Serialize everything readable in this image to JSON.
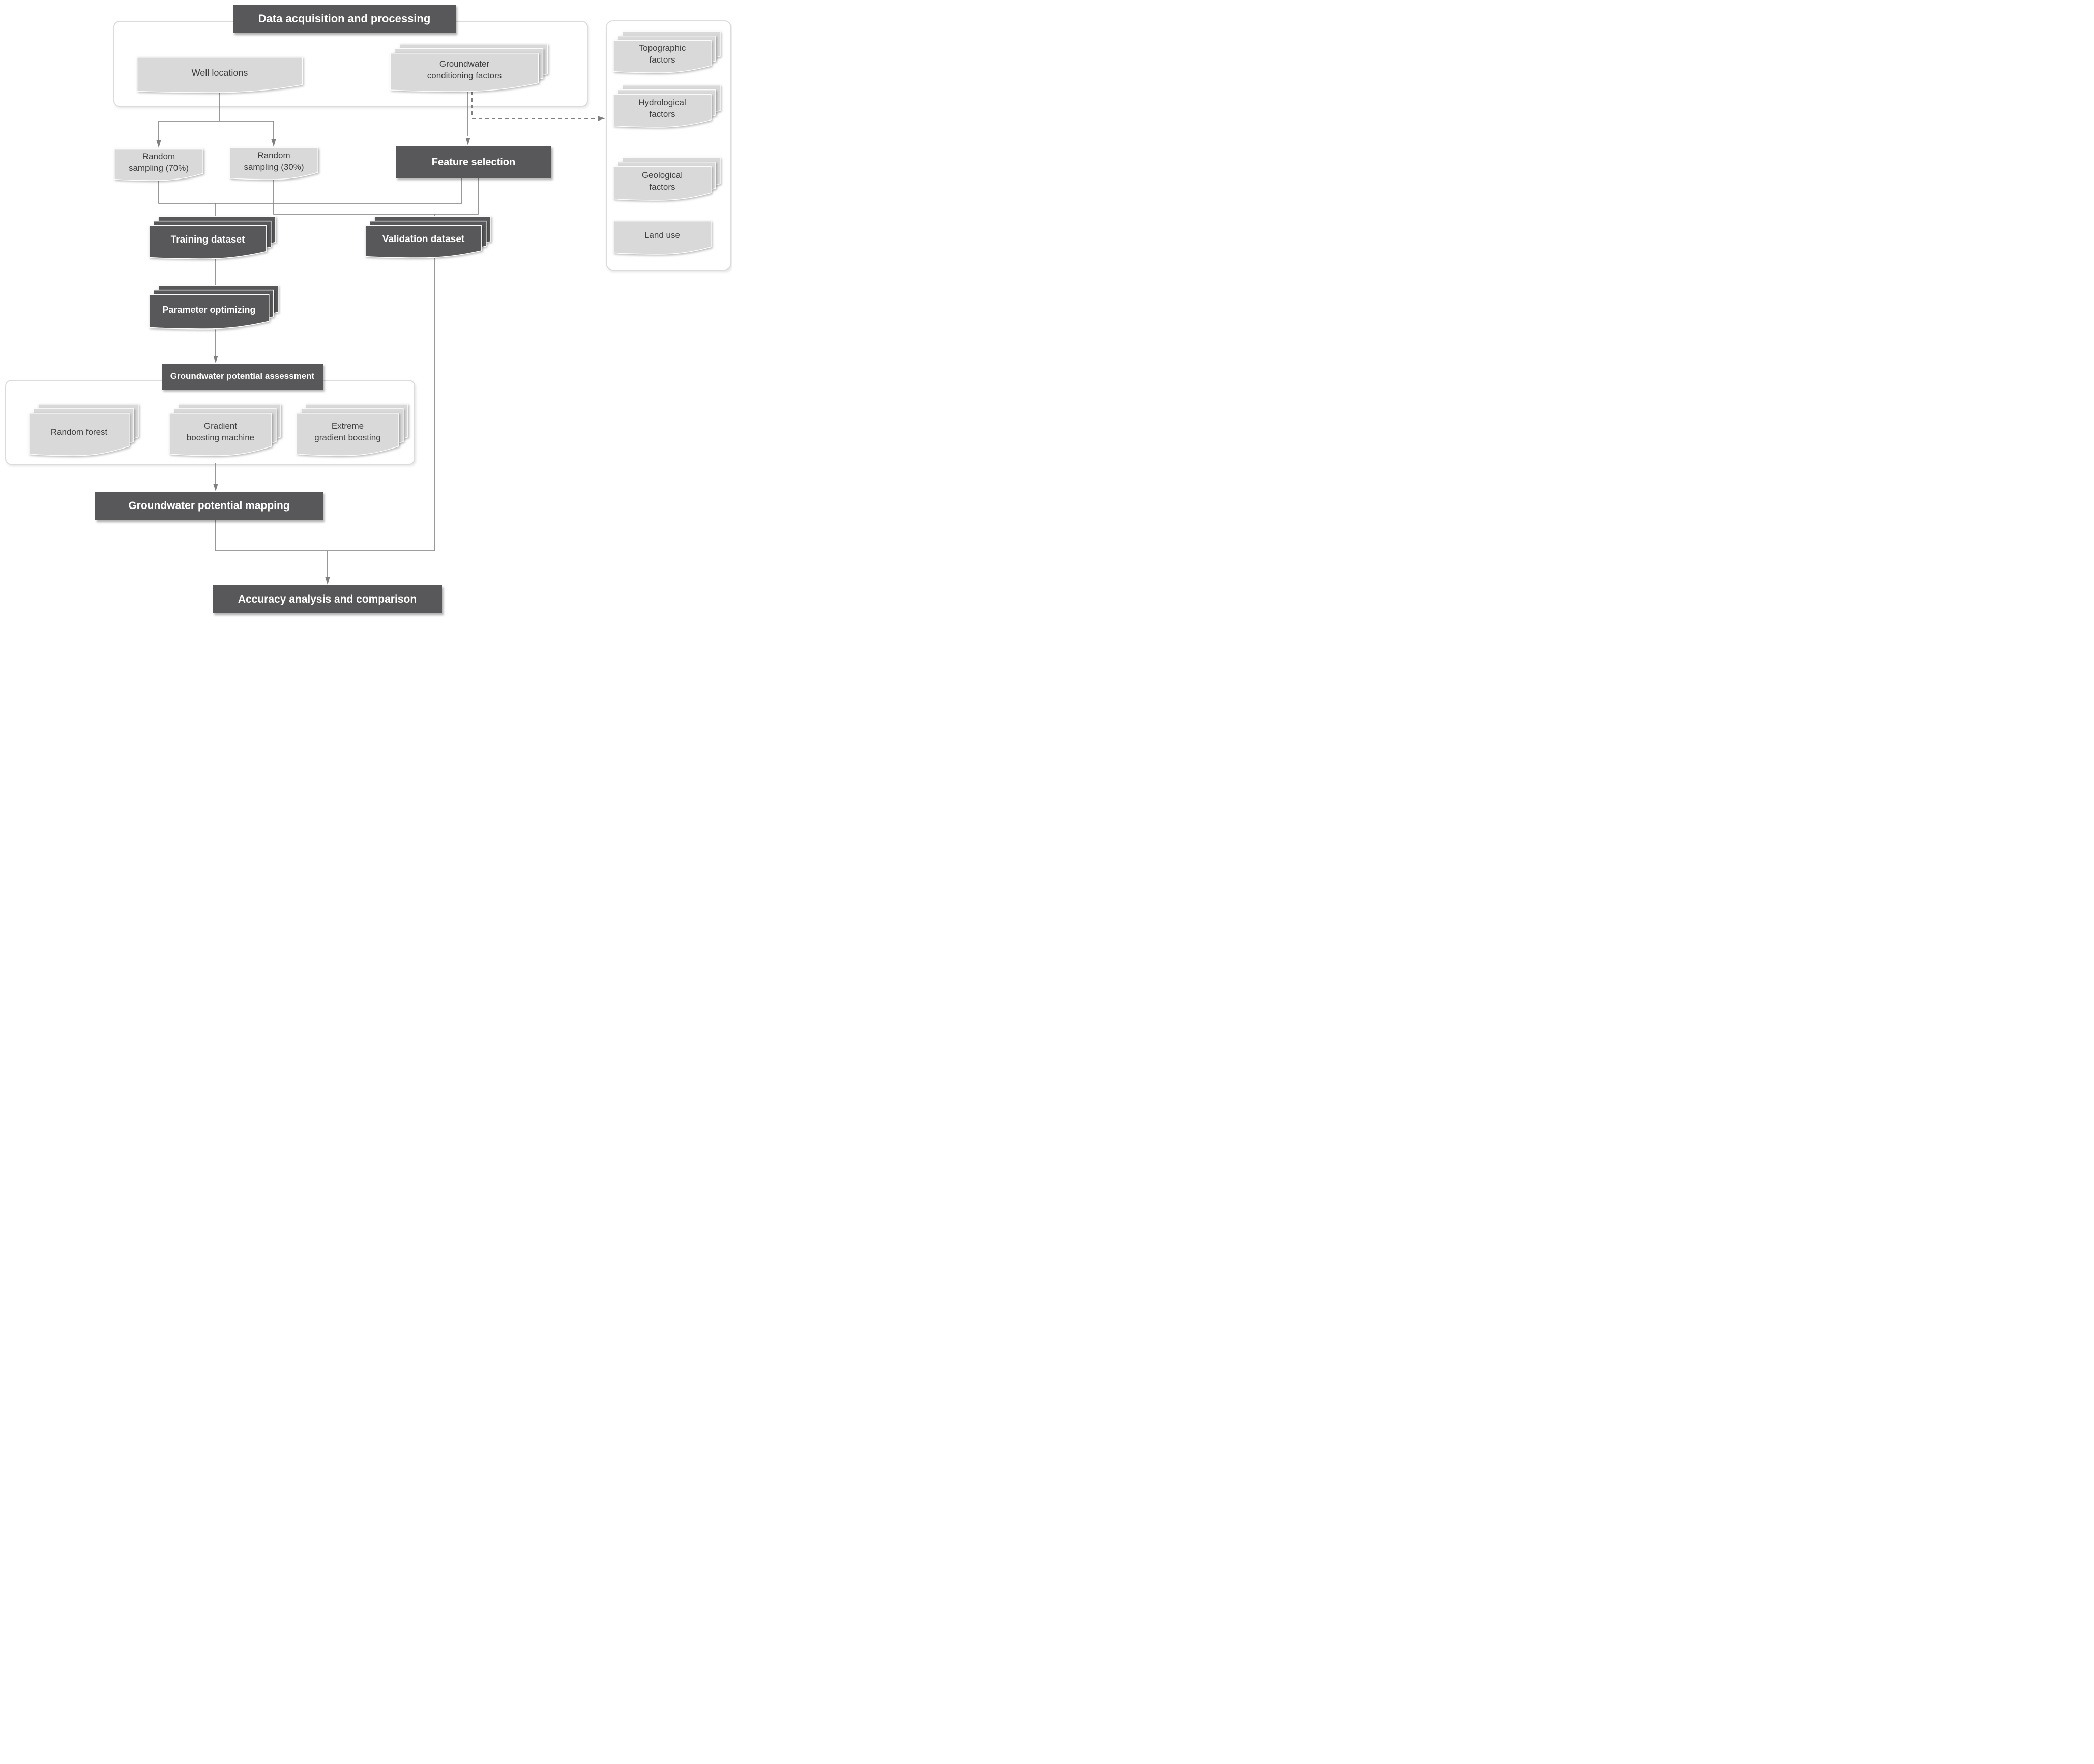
{
  "colors": {
    "dark_box": "#58585a",
    "light_box": "#d9d9d9",
    "connector_line": "#7f7f7f",
    "frame_border": "#dcdcdc",
    "light_box_text": "#3f3f3f",
    "dark_box_text": "#ffffff"
  },
  "sections": {
    "data_acquisition": {
      "title": "Data acquisition and processing"
    },
    "assessment": {
      "title": "Groundwater potential assessment"
    }
  },
  "nodes": {
    "well_locations": "Well locations",
    "conditioning_factors": "Groundwater\nconditioning factors",
    "random_sampling_70": "Random\nsampling (70%)",
    "random_sampling_30": "Random\nsampling (30%)",
    "feature_selection": "Feature selection",
    "training_dataset": "Training dataset",
    "validation_dataset": "Validation dataset",
    "parameter_optimizing": "Parameter optimizing",
    "random_forest": "Random forest",
    "gradient_boosting_machine": "Gradient\nboosting machine",
    "extreme_gradient_boosting": "Extreme\ngradient boosting",
    "potential_mapping": "Groundwater potential mapping",
    "accuracy_analysis": "Accuracy analysis and comparison"
  },
  "factor_panel": {
    "items": [
      {
        "label": "Topographic\nfactors"
      },
      {
        "label": "Hydrological\nfactors"
      },
      {
        "label": "Geological\nfactors"
      },
      {
        "label": "Land use"
      }
    ]
  }
}
